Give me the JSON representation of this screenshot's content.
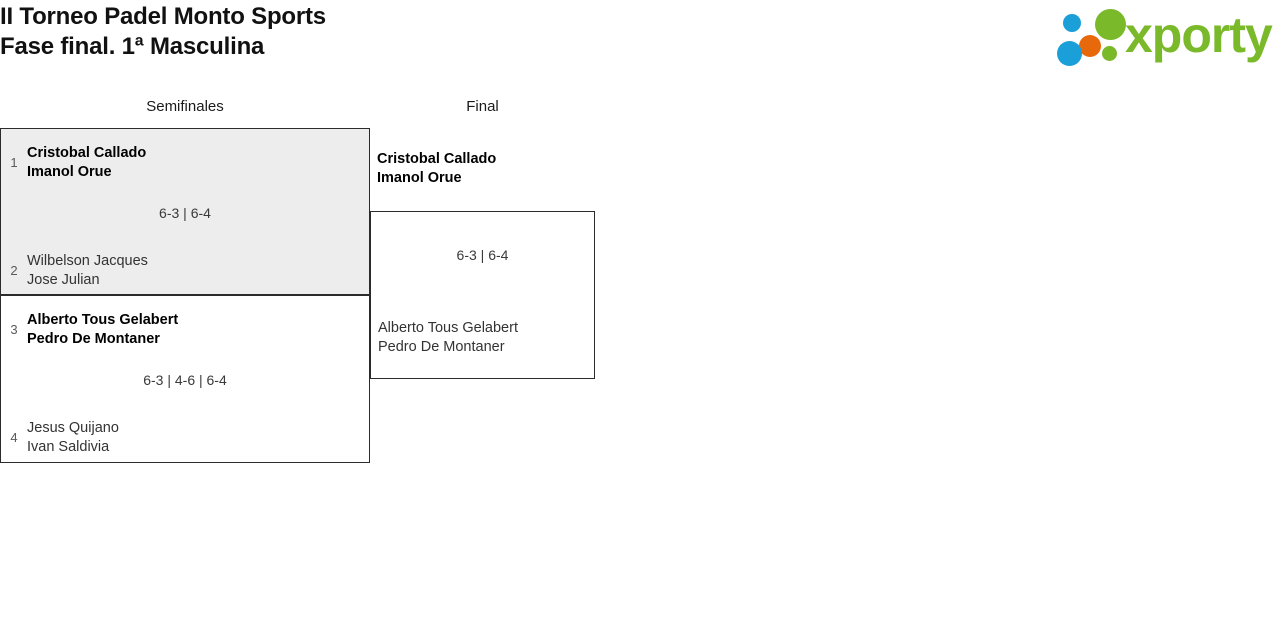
{
  "header": {
    "title_line1": "II Torneo Padel Monto Sports",
    "title_line2": "Fase final. 1ª Masculina",
    "logo_text": "xporty",
    "logo_colors": {
      "green": "#7ab929",
      "blue": "#1a9fd9",
      "orange": "#e8690b"
    }
  },
  "bracket": {
    "rounds": [
      {
        "label": "Semifinales"
      },
      {
        "label": "Final"
      }
    ],
    "semifinals": [
      {
        "winner_seed": "1",
        "winner_players": "Cristobal Callado\nImanol Orue",
        "winner_player1": "Cristobal Callado",
        "winner_player2": "Imanol Orue",
        "loser_seed": "2",
        "loser_player1": "Wilbelson Jacques",
        "loser_player2": "Jose Julian",
        "score": "6-3 | 6-4"
      },
      {
        "winner_seed": "3",
        "winner_player1": "Alberto Tous Gelabert",
        "winner_player2": "Pedro De Montaner",
        "loser_seed": "4",
        "loser_player1": "Jesus Quijano",
        "loser_player2": "Ivan Saldivia",
        "score": "6-3 | 4-6 | 6-4"
      }
    ],
    "final": {
      "winner_player1": "Cristobal Callado",
      "winner_player2": "Imanol Orue",
      "loser_player1": "Alberto Tous Gelabert",
      "loser_player2": "Pedro De Montaner",
      "score": "6-3 | 6-4"
    }
  }
}
